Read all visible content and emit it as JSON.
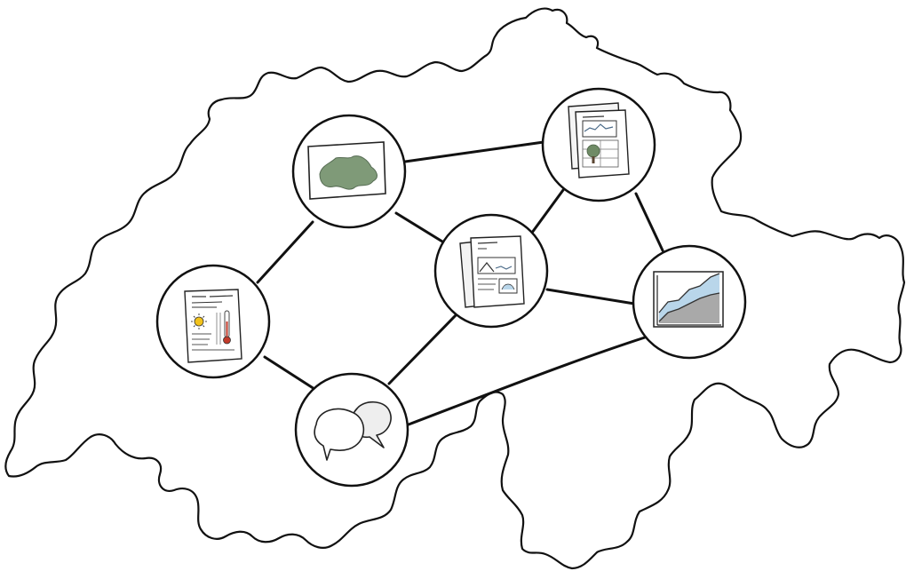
{
  "colors": {
    "outline": "#111111",
    "shadow": "#b9b9b9",
    "map_fill": "#ffffff",
    "node_fill": "#ffffff",
    "green_map": "#7f9a78",
    "green_dark": "#556b52",
    "tree": "#6f8b66",
    "sun": "#f2c21b",
    "thermo_red": "#c23a2a",
    "chart_blue": "#b9d6ea",
    "chart_gray": "#a9a9a9"
  },
  "nodes": [
    {
      "id": "swiss-map-card",
      "icon": "swiss-map-icon"
    },
    {
      "id": "chart-tree-document",
      "icon": "document-with-chart-and-tree-icon"
    },
    {
      "id": "central-documents",
      "icon": "stacked-documents-icon"
    },
    {
      "id": "weather-document",
      "icon": "weather-report-icon"
    },
    {
      "id": "line-chart",
      "icon": "line-chart-icon"
    },
    {
      "id": "speech-bubbles",
      "icon": "speech-bubbles-icon"
    }
  ],
  "links": [
    [
      "swiss-map-card",
      "chart-tree-document"
    ],
    [
      "swiss-map-card",
      "weather-document"
    ],
    [
      "swiss-map-card",
      "central-documents"
    ],
    [
      "chart-tree-document",
      "central-documents"
    ],
    [
      "chart-tree-document",
      "line-chart"
    ],
    [
      "central-documents",
      "line-chart"
    ],
    [
      "central-documents",
      "speech-bubbles"
    ],
    [
      "weather-document",
      "speech-bubbles"
    ],
    [
      "speech-bubbles",
      "line-chart"
    ]
  ]
}
